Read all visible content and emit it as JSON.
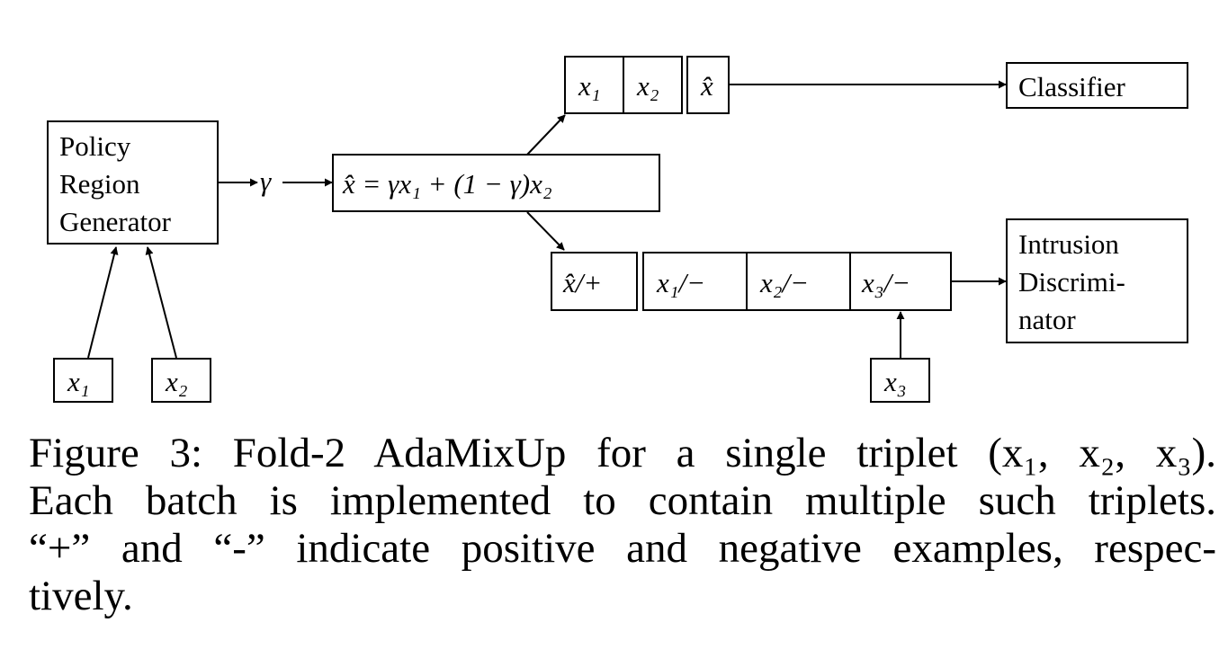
{
  "diagram": {
    "generator": {
      "lines": [
        "Policy",
        "Region",
        "Generator"
      ]
    },
    "gamma": "γ",
    "mix_formula": "x̂ = γx₁ + (1 − γ)x₂",
    "classifier": "Classifier",
    "discriminator": {
      "lines": [
        "Intrusion",
        "Discrimi-",
        "nator"
      ]
    },
    "top_row": [
      "x₁",
      "x₂",
      "x̂"
    ],
    "bottom_row": [
      "x̂/+",
      "x₁/−",
      "x₂/−",
      "x₃/−"
    ],
    "inputs": [
      "x₁",
      "x₂",
      "x₃"
    ]
  },
  "caption": {
    "lines": [
      "Figure 3:  Fold-2 AdaMixUp for a single triplet (x₁, x₂, x₃).",
      "Each batch is implemented to contain multiple such triplets.",
      "“+” and “-” indicate positive and negative examples, respec-",
      "tively."
    ]
  }
}
